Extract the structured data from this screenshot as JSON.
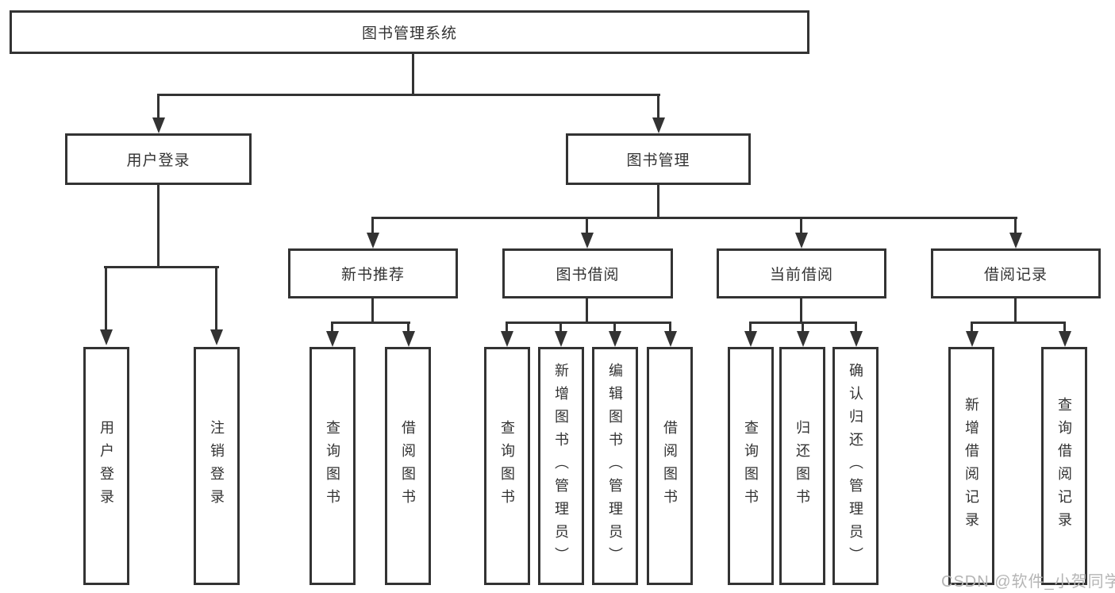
{
  "diagram": {
    "root": "图书管理系统",
    "level2": {
      "user_login": "用户登录",
      "book_mgmt": "图书管理"
    },
    "level3": {
      "new_books": "新书推荐",
      "book_borrow": "图书借阅",
      "current_borrow": "当前借阅",
      "borrow_records": "借阅记录"
    },
    "level4": {
      "user_login_children": [
        "用户登录",
        "注销登录"
      ],
      "new_books_children": [
        "查询图书",
        "借阅图书"
      ],
      "book_borrow_children": [
        "查询图书",
        "新增图书（管理员）",
        "编辑图书（管理员）",
        "借阅图书"
      ],
      "current_borrow_children": [
        "查询图书",
        "归还图书",
        "确认归还（管理员）"
      ],
      "borrow_records_children": [
        "新增借阅记录",
        "查询借阅记录"
      ]
    },
    "watermark": "CSDN @软件_小贺同学",
    "colors": {
      "line": "#333333",
      "text": "#333333",
      "bg": "#ffffff",
      "wm": "#b5b5b5"
    }
  }
}
